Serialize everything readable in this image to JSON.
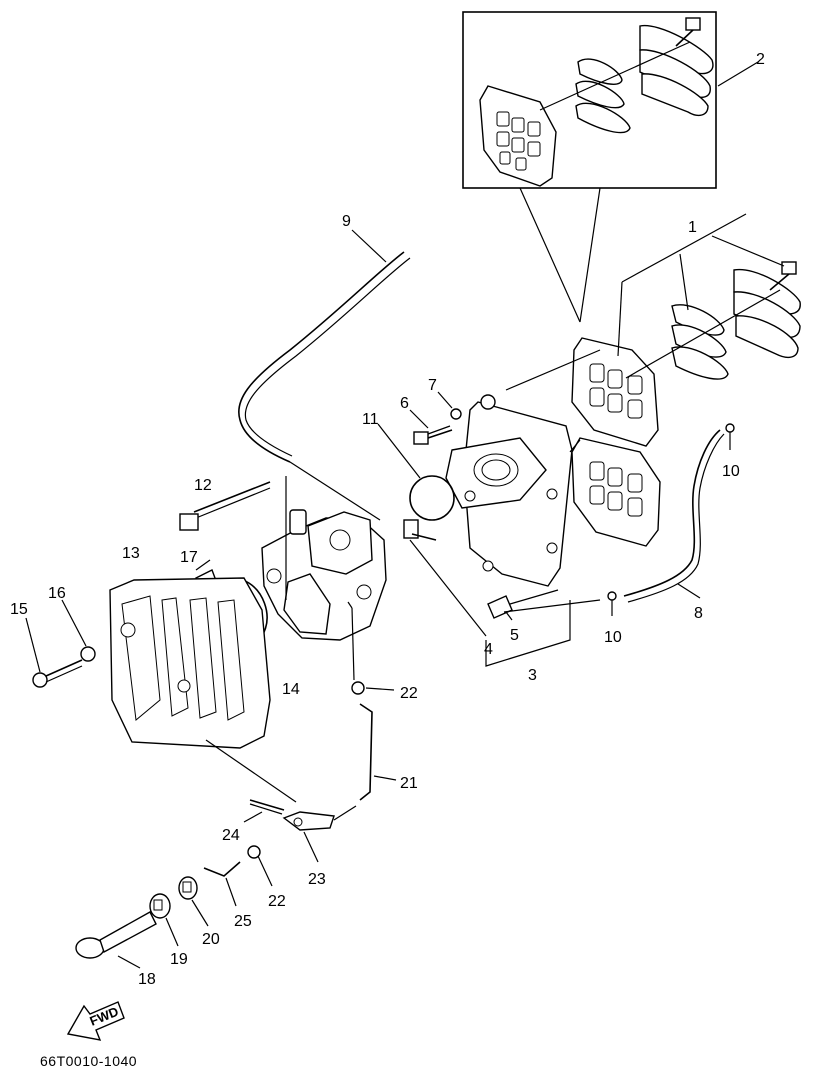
{
  "callouts": [
    "1",
    "2",
    "3",
    "4",
    "5",
    "6",
    "7",
    "8",
    "9",
    "10",
    "10",
    "11",
    "12",
    "13",
    "14",
    "15",
    "16",
    "17",
    "18",
    "19",
    "20",
    "21",
    "22",
    "22",
    "23",
    "24",
    "25"
  ],
  "direction_marker": "FWD",
  "drawing_code": "66T0010-1040"
}
